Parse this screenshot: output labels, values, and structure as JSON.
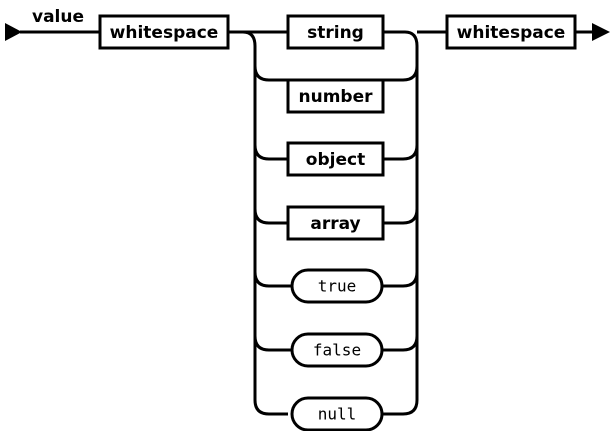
{
  "diagram": {
    "title": "value",
    "type": "railroad-syntax-diagram",
    "colors": {
      "stroke": "#000000",
      "background": "#ffffff",
      "text": "#000000"
    },
    "sequence": [
      {
        "id": "ws-left",
        "label": "whitespace",
        "kind": "nonterminal"
      },
      {
        "id": "choice",
        "kind": "choice"
      },
      {
        "id": "ws-right",
        "label": "whitespace",
        "kind": "nonterminal"
      }
    ],
    "alternatives": [
      {
        "id": "alt-string",
        "label": "string",
        "kind": "nonterminal"
      },
      {
        "id": "alt-number",
        "label": "number",
        "kind": "nonterminal"
      },
      {
        "id": "alt-object",
        "label": "object",
        "kind": "nonterminal"
      },
      {
        "id": "alt-array",
        "label": "array",
        "kind": "nonterminal"
      },
      {
        "id": "alt-true",
        "label": "true",
        "kind": "terminal"
      },
      {
        "id": "alt-false",
        "label": "false",
        "kind": "terminal"
      },
      {
        "id": "alt-null",
        "label": "null",
        "kind": "terminal"
      }
    ]
  }
}
